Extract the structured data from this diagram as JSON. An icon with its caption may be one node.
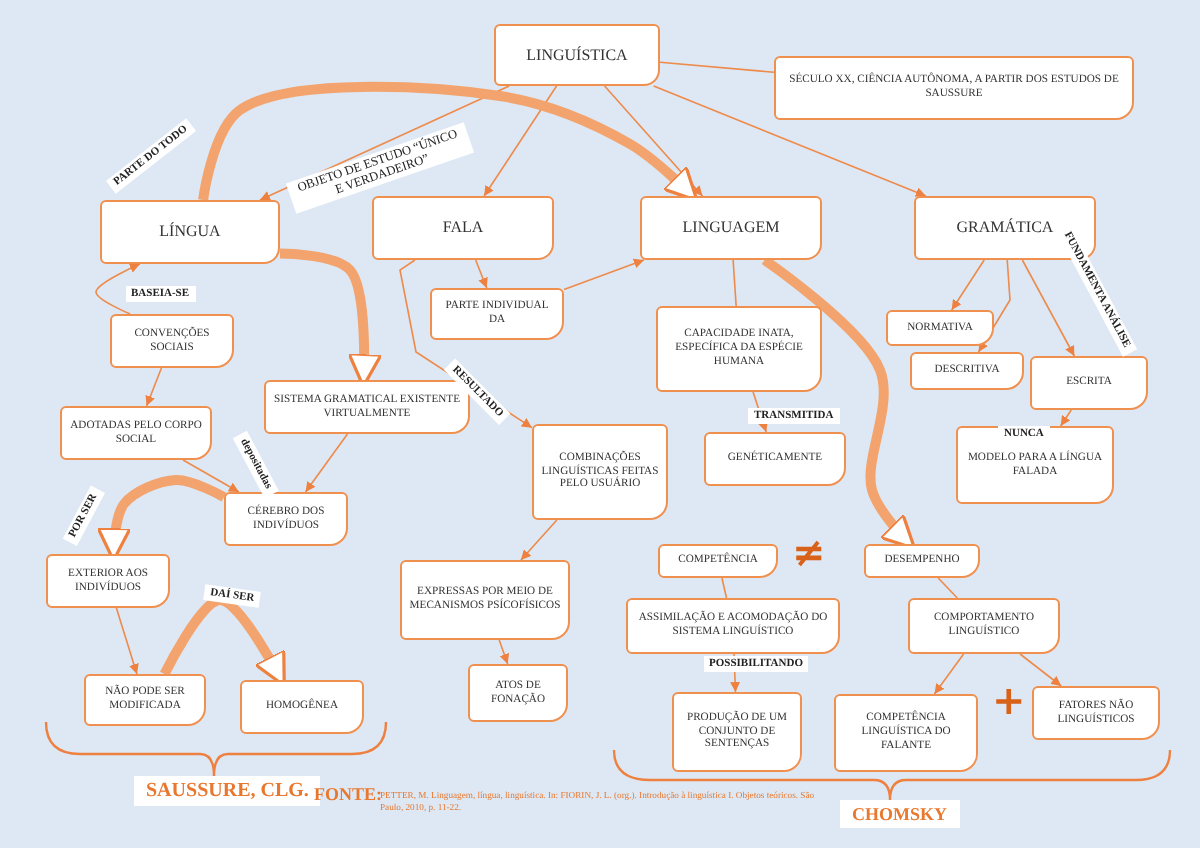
{
  "diagram": {
    "nodes": [
      {
        "text": [
          "LINGUÍSTICA"
        ]
      },
      {
        "text": [
          "SÉCULO XX, CIÊNCIA AUTÔNOMA, A PARTIR DOS ESTUDOS DE SAUSSURE"
        ]
      },
      {
        "text": [
          "LÍNGUA"
        ]
      },
      {
        "text": [
          "FALA"
        ]
      },
      {
        "text": [
          "LINGUAGEM"
        ]
      },
      {
        "text": [
          "GRAMÁTICA"
        ]
      },
      {
        "text": [
          "PARTE INDIVIDUAL DA"
        ]
      },
      {
        "text": [
          "CONVENÇÕES SOCIAIS"
        ]
      },
      {
        "text": [
          "ADOTADAS PELO CORPO SOCIAL"
        ]
      },
      {
        "text": [
          "SISTEMA GRAMATICAL EXISTENTE VIRTUALMENTE"
        ]
      },
      {
        "text": [
          "CÉREBRO DOS INDIVÍDUOS"
        ]
      },
      {
        "text": [
          "COMBINAÇÕES LINGUÍSTICAS FEITAS PELO USUÁRIO"
        ]
      },
      {
        "text": [
          "CAPACIDADE INATA, ESPECÍFICA DA ESPÉCIE HUMANA"
        ]
      },
      {
        "text": [
          "GENÉTICAMENTE"
        ]
      },
      {
        "text": [
          "NORMATIVA"
        ]
      },
      {
        "text": [
          "DESCRITIVA"
        ]
      },
      {
        "text": [
          "ESCRITA"
        ]
      },
      {
        "text": [
          "MODELO PARA A LÍNGUA FALADA"
        ]
      },
      {
        "text": [
          "EXTERIOR AOS INDIVÍDUOS"
        ]
      },
      {
        "text": [
          "EXPRESSAS POR MEIO DE MECANISMOS PSÍCOFÍSICOS"
        ]
      },
      {
        "text": [
          "COMPETÊNCIA"
        ]
      },
      {
        "text": [
          "DESEMPENHO"
        ]
      },
      {
        "text": [
          "ASSIMILAÇÃO E ACOMODAÇÃO DO SISTEMA LINGUÍSTICO"
        ]
      },
      {
        "text": [
          "COMPORTAMENTO LINGUÍSTICO"
        ]
      },
      {
        "text": [
          "NÃO PODE SER MODIFICADA"
        ]
      },
      {
        "text": [
          "HOMOGÊNEA"
        ]
      },
      {
        "text": [
          "ATOS DE FONAÇÃO"
        ]
      },
      {
        "text": [
          "PRODUÇÃO DE UM CONJUNTO DE SENTENÇAS"
        ]
      },
      {
        "text": [
          "COMPETÊNCIA LINGUÍSTICA DO FALANTE"
        ]
      },
      {
        "text": [
          "FATORES NÃO LINGUÍSTICOS"
        ]
      }
    ],
    "edges": [
      {
        "from": 0,
        "to": 1,
        "arrow": "none"
      },
      {
        "from": 0,
        "to": 2,
        "arrow": "to",
        "label": "OBJETO DE ESTUDO “ÚNICO E VERDADEIRO”"
      },
      {
        "from": 0,
        "to": 3,
        "arrow": "to"
      },
      {
        "from": 0,
        "to": 4,
        "arrow": "to"
      },
      {
        "from": 0,
        "to": 5,
        "arrow": "to"
      },
      {
        "from": 2,
        "to": 4,
        "arrow": "to",
        "label": "PARTE DO TODO",
        "style": "thick"
      },
      {
        "from": 2,
        "to": 9,
        "arrow": "to",
        "style": "thick"
      },
      {
        "from": 7,
        "to": 2,
        "arrow": "to",
        "label": "BASEIA-SE"
      },
      {
        "from": 7,
        "to": 8,
        "arrow": "to"
      },
      {
        "from": 8,
        "to": 10,
        "arrow": "to",
        "label": "depositadas"
      },
      {
        "from": 9,
        "to": 10,
        "arrow": "to"
      },
      {
        "from": 10,
        "to": 18,
        "arrow": "to",
        "label": "POR SER",
        "style": "thick"
      },
      {
        "from": 18,
        "to": 24,
        "arrow": "to"
      },
      {
        "from": 24,
        "to": 25,
        "arrow": "to",
        "label": "DAÍ SER",
        "style": "thick"
      },
      {
        "from": 3,
        "to": 6,
        "arrow": "to"
      },
      {
        "from": 3,
        "to": 11,
        "arrow": "to",
        "label": "RESULTADO"
      },
      {
        "from": 6,
        "to": 4,
        "arrow": "to"
      },
      {
        "from": 11,
        "to": 19,
        "arrow": "to"
      },
      {
        "from": 19,
        "to": 26,
        "arrow": "to"
      },
      {
        "from": 4,
        "to": 12,
        "arrow": "none"
      },
      {
        "from": 12,
        "to": 13,
        "arrow": "to",
        "label": "TRANSMITIDA"
      },
      {
        "from": 4,
        "to": 21,
        "arrow": "to",
        "style": "thick"
      },
      {
        "from": 5,
        "to": 14,
        "arrow": "to"
      },
      {
        "from": 5,
        "to": 15,
        "arrow": "to"
      },
      {
        "from": 5,
        "to": 16,
        "arrow": "to",
        "label": "FUNDAMENTA ANÁLISE"
      },
      {
        "from": 16,
        "to": 17,
        "arrow": "to",
        "label": "NUNCA"
      },
      {
        "from": 20,
        "to": 22,
        "arrow": "none"
      },
      {
        "from": 22,
        "to": 27,
        "arrow": "to",
        "label": "POSSIBILITANDO"
      },
      {
        "from": 21,
        "to": 23,
        "arrow": "none"
      },
      {
        "from": 23,
        "to": 28,
        "arrow": "to"
      },
      {
        "from": 23,
        "to": 29,
        "arrow": "to"
      }
    ],
    "labels": [
      "≠",
      "+",
      "SAUSSURE, CLG.",
      "CHOMSKY",
      "FONTE:",
      "PETTER, M. Linguagem, língua, linguística. In: FIORIN, J. L. (org.). Introdução à linguística I. Objetos teóricos. São Paulo, 2010, p. 11-22."
    ]
  }
}
